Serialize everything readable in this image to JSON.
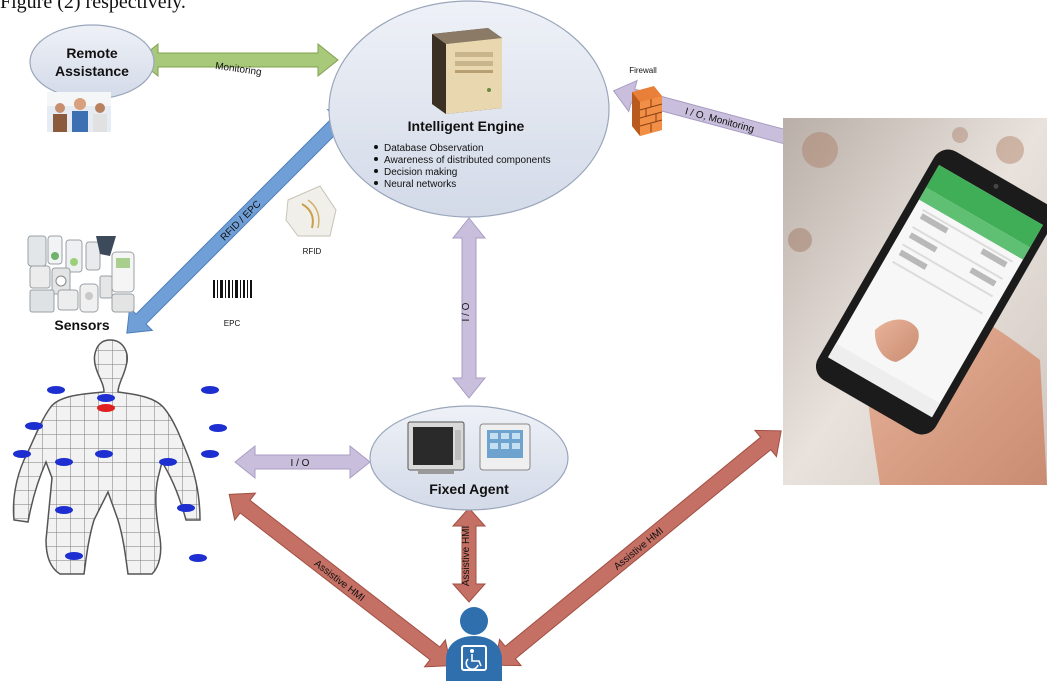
{
  "page": {
    "top_caption": "Figure (2) respectively."
  },
  "nodes": {
    "remote": {
      "line1": "Remote",
      "line2": "Assistance"
    },
    "engine": {
      "title": "Intelligent Engine",
      "bullets": [
        "Database Observation",
        "Awareness of distributed components",
        "Decision making",
        "Neural networks"
      ]
    },
    "firewall": "Firewall",
    "rfid": "RFID",
    "epc": "EPC",
    "sensors": "Sensors",
    "fixed_agent": "Fixed Agent"
  },
  "arrows": {
    "monitoring": "Monitoring",
    "rfid_epc": "RFID / EPC",
    "io_monitoring": "I / O, Monitoring",
    "io_vertical": "I / O",
    "io_horizontal": "I / O",
    "hmi_left": "Assistive HMI",
    "hmi_center": "Assistive HMI",
    "hmi_right": "Assistive HMI"
  },
  "colors": {
    "green_arrow": "#a9c97a",
    "blue_arrow": "#6f9fd6",
    "lavender_arrow": "#c9bfdc",
    "red_arrow": "#c47064",
    "ellipse_fill": "#dde3ee",
    "user_icon": "#2f6fad"
  }
}
